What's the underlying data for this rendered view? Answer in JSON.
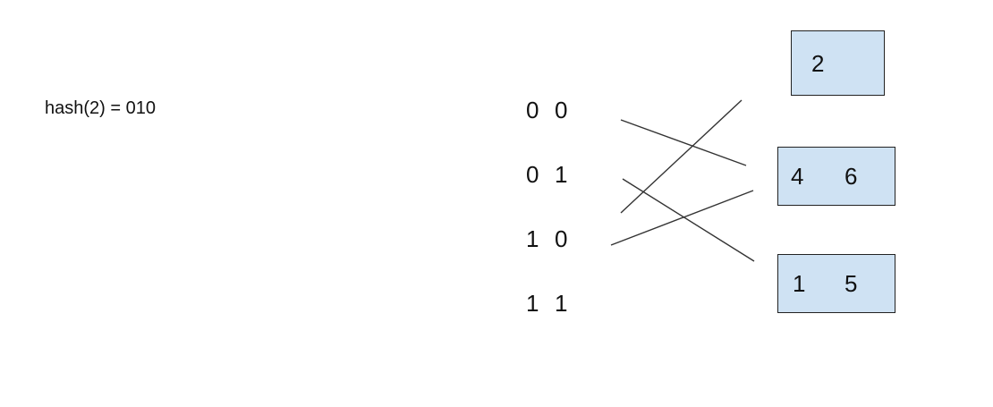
{
  "hash_label": "hash(2) = 010",
  "directory": [
    {
      "bits": [
        "0",
        "0"
      ]
    },
    {
      "bits": [
        "0",
        "1"
      ]
    },
    {
      "bits": [
        "1",
        "0"
      ]
    },
    {
      "bits": [
        "1",
        "1"
      ]
    }
  ],
  "buckets": [
    {
      "keys": [
        "2"
      ]
    },
    {
      "keys": [
        "4",
        "6"
      ]
    },
    {
      "keys": [
        "1",
        "5"
      ]
    }
  ],
  "colors": {
    "bucket_fill": "#cfe2f3",
    "border": "#222222",
    "line": "#333333"
  }
}
